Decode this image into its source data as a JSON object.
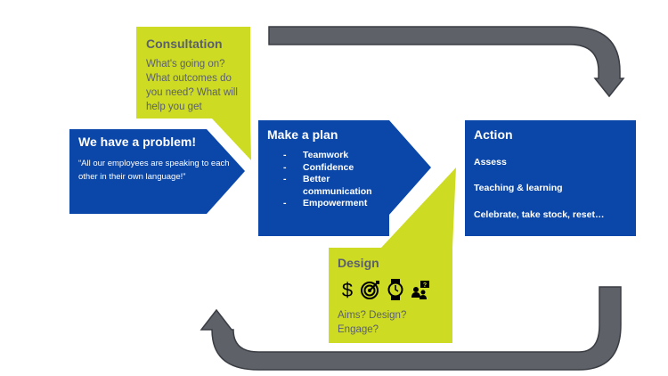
{
  "consultation": {
    "title": "Consultation",
    "text": "What's going on? What outcomes do you need? What will help you get"
  },
  "problem": {
    "title": "We have a problem!",
    "quote": "“All our employees are speaking to each other in their own language!”"
  },
  "plan": {
    "title": "Make a plan",
    "items": [
      {
        "dash": "-",
        "label": "Teamwork"
      },
      {
        "dash": "-",
        "label": "Confidence"
      },
      {
        "dash": "-",
        "label": "Better communication"
      },
      {
        "dash": "-",
        "label": "Empowerment"
      }
    ]
  },
  "action": {
    "title": "Action",
    "items": [
      "Assess",
      "Teaching & learning",
      "Celebrate, take stock, reset…"
    ]
  },
  "design": {
    "title": "Design",
    "icons": [
      "dollar-icon",
      "target-icon",
      "watch-icon",
      "people-question-icon"
    ],
    "text": "Aims? Design? Engage?"
  },
  "colors": {
    "blue": "#0B47A9",
    "lime": "#CDDC22",
    "arrow": "#5E6168",
    "text_grey": "#5b5f6e"
  }
}
